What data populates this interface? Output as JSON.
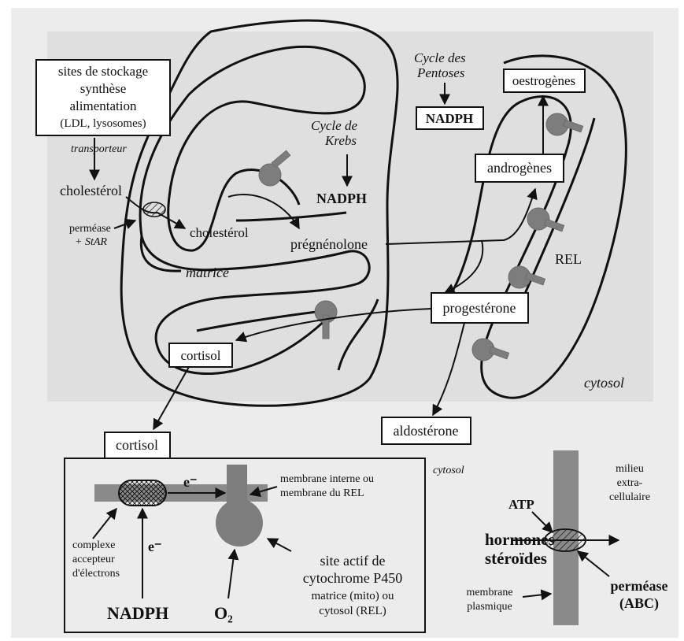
{
  "colors": {
    "page_bg": "#c9c9c9",
    "paper": "#ededed",
    "ink": "#111111",
    "protein": "#7d7d7d",
    "membrane": "#8a8a8a"
  },
  "top": {
    "storage_line1": "sites de stockage",
    "storage_line2": "synthèse",
    "storage_line3": "alimentation",
    "storage_line4": "(LDL, lysosomes)",
    "transporter": "transporteur",
    "cholesterol_outer": "cholestérol",
    "permease_label": "perméase",
    "star_label": "+ StAR",
    "cholesterol_inner": "cholestérol",
    "matrix": "matrice",
    "krebs_line1": "Cycle de",
    "krebs_line2": "Krebs",
    "nadph_krebs": "NADPH",
    "pregnenolone": "prégnénolone",
    "pentose_line1": "Cycle des",
    "pentose_line2": "Pentoses",
    "nadph_pentose": "NADPH",
    "oestrogenes": "oestrogènes",
    "androgenes": "androgènes",
    "rel": "REL",
    "progesterone": "progestérone",
    "cortisol_inner": "cortisol",
    "cytosol": "cytosol",
    "aldosterone": "aldostérone",
    "cortisol_outer": "cortisol"
  },
  "p450_panel": {
    "electron_top": "e⁻",
    "electron_vertical": "e⁻",
    "membrane_line1": "membrane interne ou",
    "membrane_line2": "membrane du REL",
    "complex_line1": "complexe",
    "complex_line2": "accepteur",
    "complex_line3": "d'électrons",
    "nadph": "NADPH",
    "o2": "O₂",
    "site_line1": "site actif de",
    "site_line2": "cytochrome P450",
    "site_line3": "matrice (mito) ou",
    "site_line4": "cytosol (REL)"
  },
  "permease_panel": {
    "cytosol": "cytosol",
    "milieu_line1": "milieu",
    "milieu_line2": "extra-",
    "milieu_line3": "cellulaire",
    "atp": "ATP",
    "hormones_line1": "hormones",
    "hormones_line2": "stéroïdes",
    "permease_line1": "perméase",
    "permease_line2": "(ABC)",
    "membrane_line1": "membrane",
    "membrane_line2": "plasmique"
  }
}
